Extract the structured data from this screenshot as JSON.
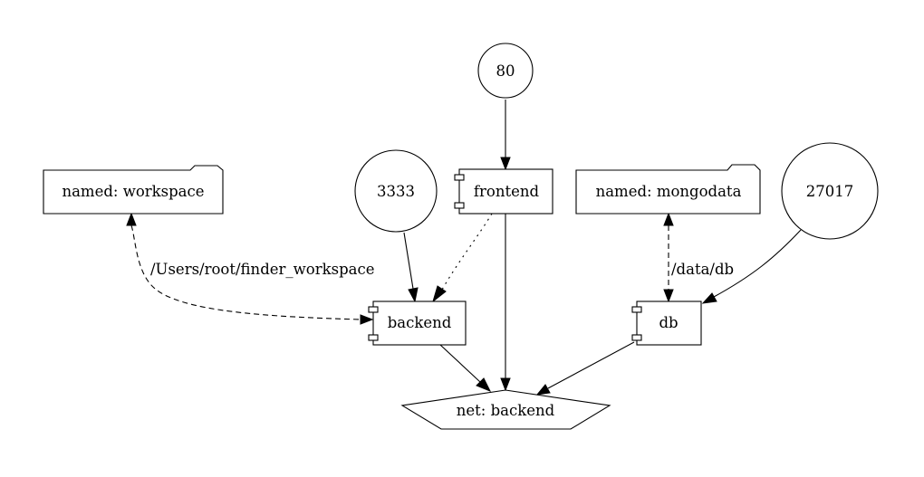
{
  "nodes": {
    "port_80": "80",
    "port_3333": "3333",
    "port_27017": "27017",
    "frontend": "frontend",
    "backend": "backend",
    "db": "db",
    "volume_workspace": "named: workspace",
    "volume_mongodata": "named: mongodata",
    "network_backend": "net: backend"
  },
  "edges": {
    "workspace_mount_label": "/Users/root/finder_workspace",
    "mongodata_mount_label": "/data/db"
  },
  "colors": {
    "stroke": "#000000",
    "fill": "#ffffff"
  }
}
